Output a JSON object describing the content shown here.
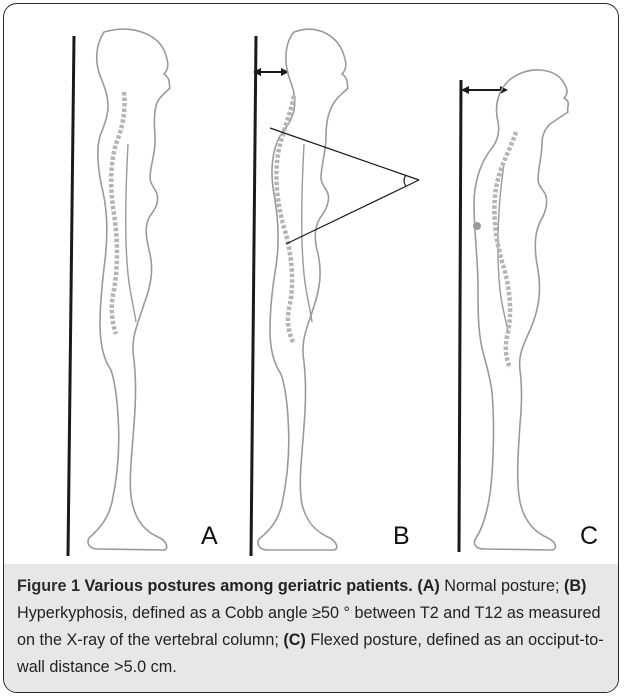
{
  "panels": [
    {
      "label": "A"
    },
    {
      "label": "B"
    },
    {
      "label": "C"
    }
  ],
  "caption": {
    "figure_label": "Figure 1",
    "title": "Various postures among geriatric patients.",
    "part_a_tag": "(A)",
    "part_a_text": "Normal posture;",
    "part_b_tag": "(B)",
    "part_b_text": "Hyperkyphosis, defined as a Cobb angle ≥50 ° between T2 and T12 as measured on the X-ray of the vertebral column;",
    "part_c_tag": "(C)",
    "part_c_text": "Flexed posture, defined as an occiput-to-wall distance >5.0 cm."
  },
  "colors": {
    "wall_line": "#1a1a1a",
    "body_outline": "#9a9a9a",
    "spine": "#b5b5b5",
    "caption_background": "#e7e7e7"
  }
}
